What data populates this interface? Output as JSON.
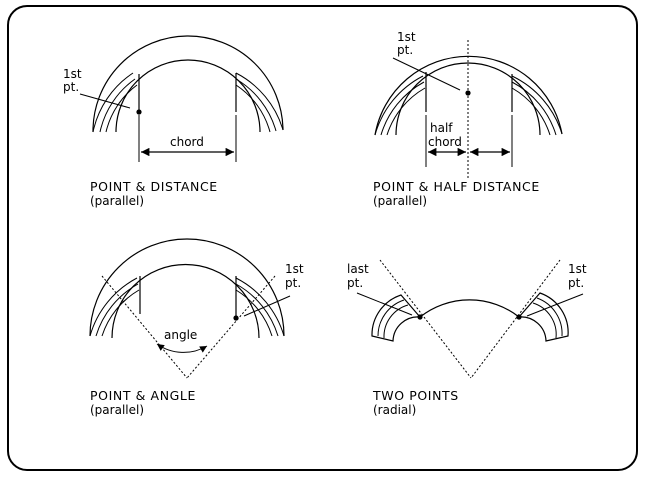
{
  "panels": {
    "point_distance": {
      "title": "POINT & DISTANCE",
      "subtitle": "(parallel)",
      "first_label_1": "1st",
      "first_label_2": "pt.",
      "chord_label": "chord"
    },
    "point_half_distance": {
      "title": "POINT & HALF DISTANCE",
      "subtitle": "(parallel)",
      "first_label_1": "1st",
      "first_label_2": "pt.",
      "half_label_1": "half",
      "half_label_2": "chord"
    },
    "point_angle": {
      "title": "POINT & ANGLE",
      "subtitle": "(parallel)",
      "first_label_1": "1st",
      "first_label_2": "pt.",
      "angle_label": "angle"
    },
    "two_points": {
      "title": "TWO POINTS",
      "subtitle": "(radial)",
      "last_label_1": "last",
      "last_label_2": "pt.",
      "first_label_1": "1st",
      "first_label_2": "pt."
    }
  }
}
